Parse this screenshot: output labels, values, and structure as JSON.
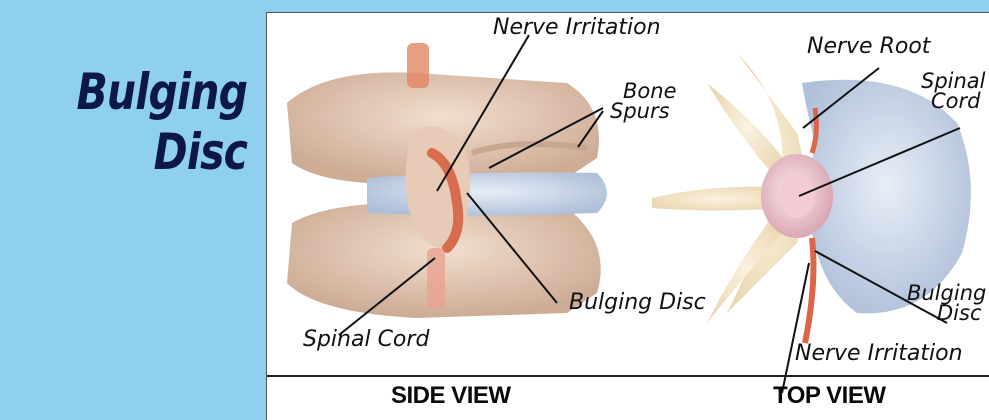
{
  "title": {
    "line1": "Bulging",
    "line2": "Disc"
  },
  "labels": {
    "side_nerve_irritation": "Nerve Irritation",
    "bone_spurs_line1": "Bone",
    "bone_spurs_line2": "Spurs",
    "side_bulging_disc": "Bulging Disc",
    "side_spinal_cord": "Spinal Cord",
    "nerve_root": "Nerve Root",
    "top_spinal_cord_line1": "Spinal",
    "top_spinal_cord_line2": "Cord",
    "top_bulging_disc_line1": "Bulging",
    "top_bulging_disc_line2": "Disc",
    "top_nerve_irritation": "Nerve Irritation"
  },
  "captions": {
    "side": "SIDE VIEW",
    "top": "TOP VIEW"
  },
  "colors": {
    "background": "#8fd0f0",
    "title": "#0d1846",
    "panel": "#ffffff",
    "bone": "#d9b9a0",
    "disc": "#b8c6dc",
    "nerve": "#d85a3a"
  }
}
